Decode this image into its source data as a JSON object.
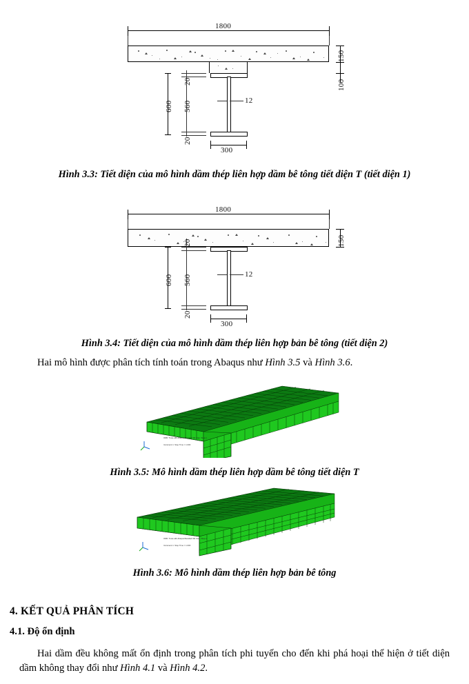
{
  "document": {
    "language": "vi",
    "page_background": "#ffffff"
  },
  "figures": [
    {
      "id": "fig-3-3",
      "caption": "Hình 3.3: Tiết diện của mô hình dầm thép liên hợp dầm bê tông tiết diện T (tiết diện 1)",
      "type": "cad-cross-section",
      "dimensions": {
        "slab_width": "1800",
        "slab_thickness": "150",
        "rib_depth": "100",
        "beam_total_depth": "600",
        "web_depth": "560",
        "flange_thickness_top": "20",
        "flange_thickness_bottom": "20",
        "web_thickness": "12",
        "flange_width": "300"
      }
    },
    {
      "id": "fig-3-4",
      "caption": "Hình 3.4: Tiết diện của mô hình dầm thép liên hợp bản bê tông (tiết diện 2)",
      "type": "cad-cross-section",
      "dimensions": {
        "slab_width": "1800",
        "slab_thickness": "150",
        "beam_total_depth": "600",
        "web_depth": "560",
        "flange_thickness_top": "20",
        "flange_thickness_bottom": "20",
        "web_thickness": "12",
        "flange_width": "300"
      }
    },
    {
      "id": "fig-3-5",
      "caption": "Hình 3.5: Mô hình dầm thép liên hợp dầm bê tông tiết diện T",
      "type": "fem-mesh-3d",
      "mesh_color": "#1fc81f",
      "edge_color": "#063806"
    },
    {
      "id": "fig-3-6",
      "caption": "Hình 3.6: Mô hình dầm thép liên hợp bản bê tông",
      "type": "fem-mesh-3d",
      "mesh_color": "#1fc81f",
      "edge_color": "#063806"
    }
  ],
  "body": {
    "para_abaqus": {
      "t1": "Hai mô hình được phân tích tính toán trong Abaqus như ",
      "ref1": "Hình 3.5",
      "t2": " và ",
      "ref2": "Hình 3.6",
      "t3": "."
    },
    "heading_results": "4. KẾT QUẢ PHÂN TÍCH",
    "heading_stability": "4.1. Độ ổn định",
    "para_stability": {
      "t1": "Hai dầm đều không mất ổn định trong phân tích phi tuyến cho đến khi phá hoại thể hiện ở tiết diện dầm không thay đổi như ",
      "ref1": "Hình 4.1",
      "t2": " và ",
      "ref2": "Hình 4.2",
      "t3": "."
    }
  }
}
